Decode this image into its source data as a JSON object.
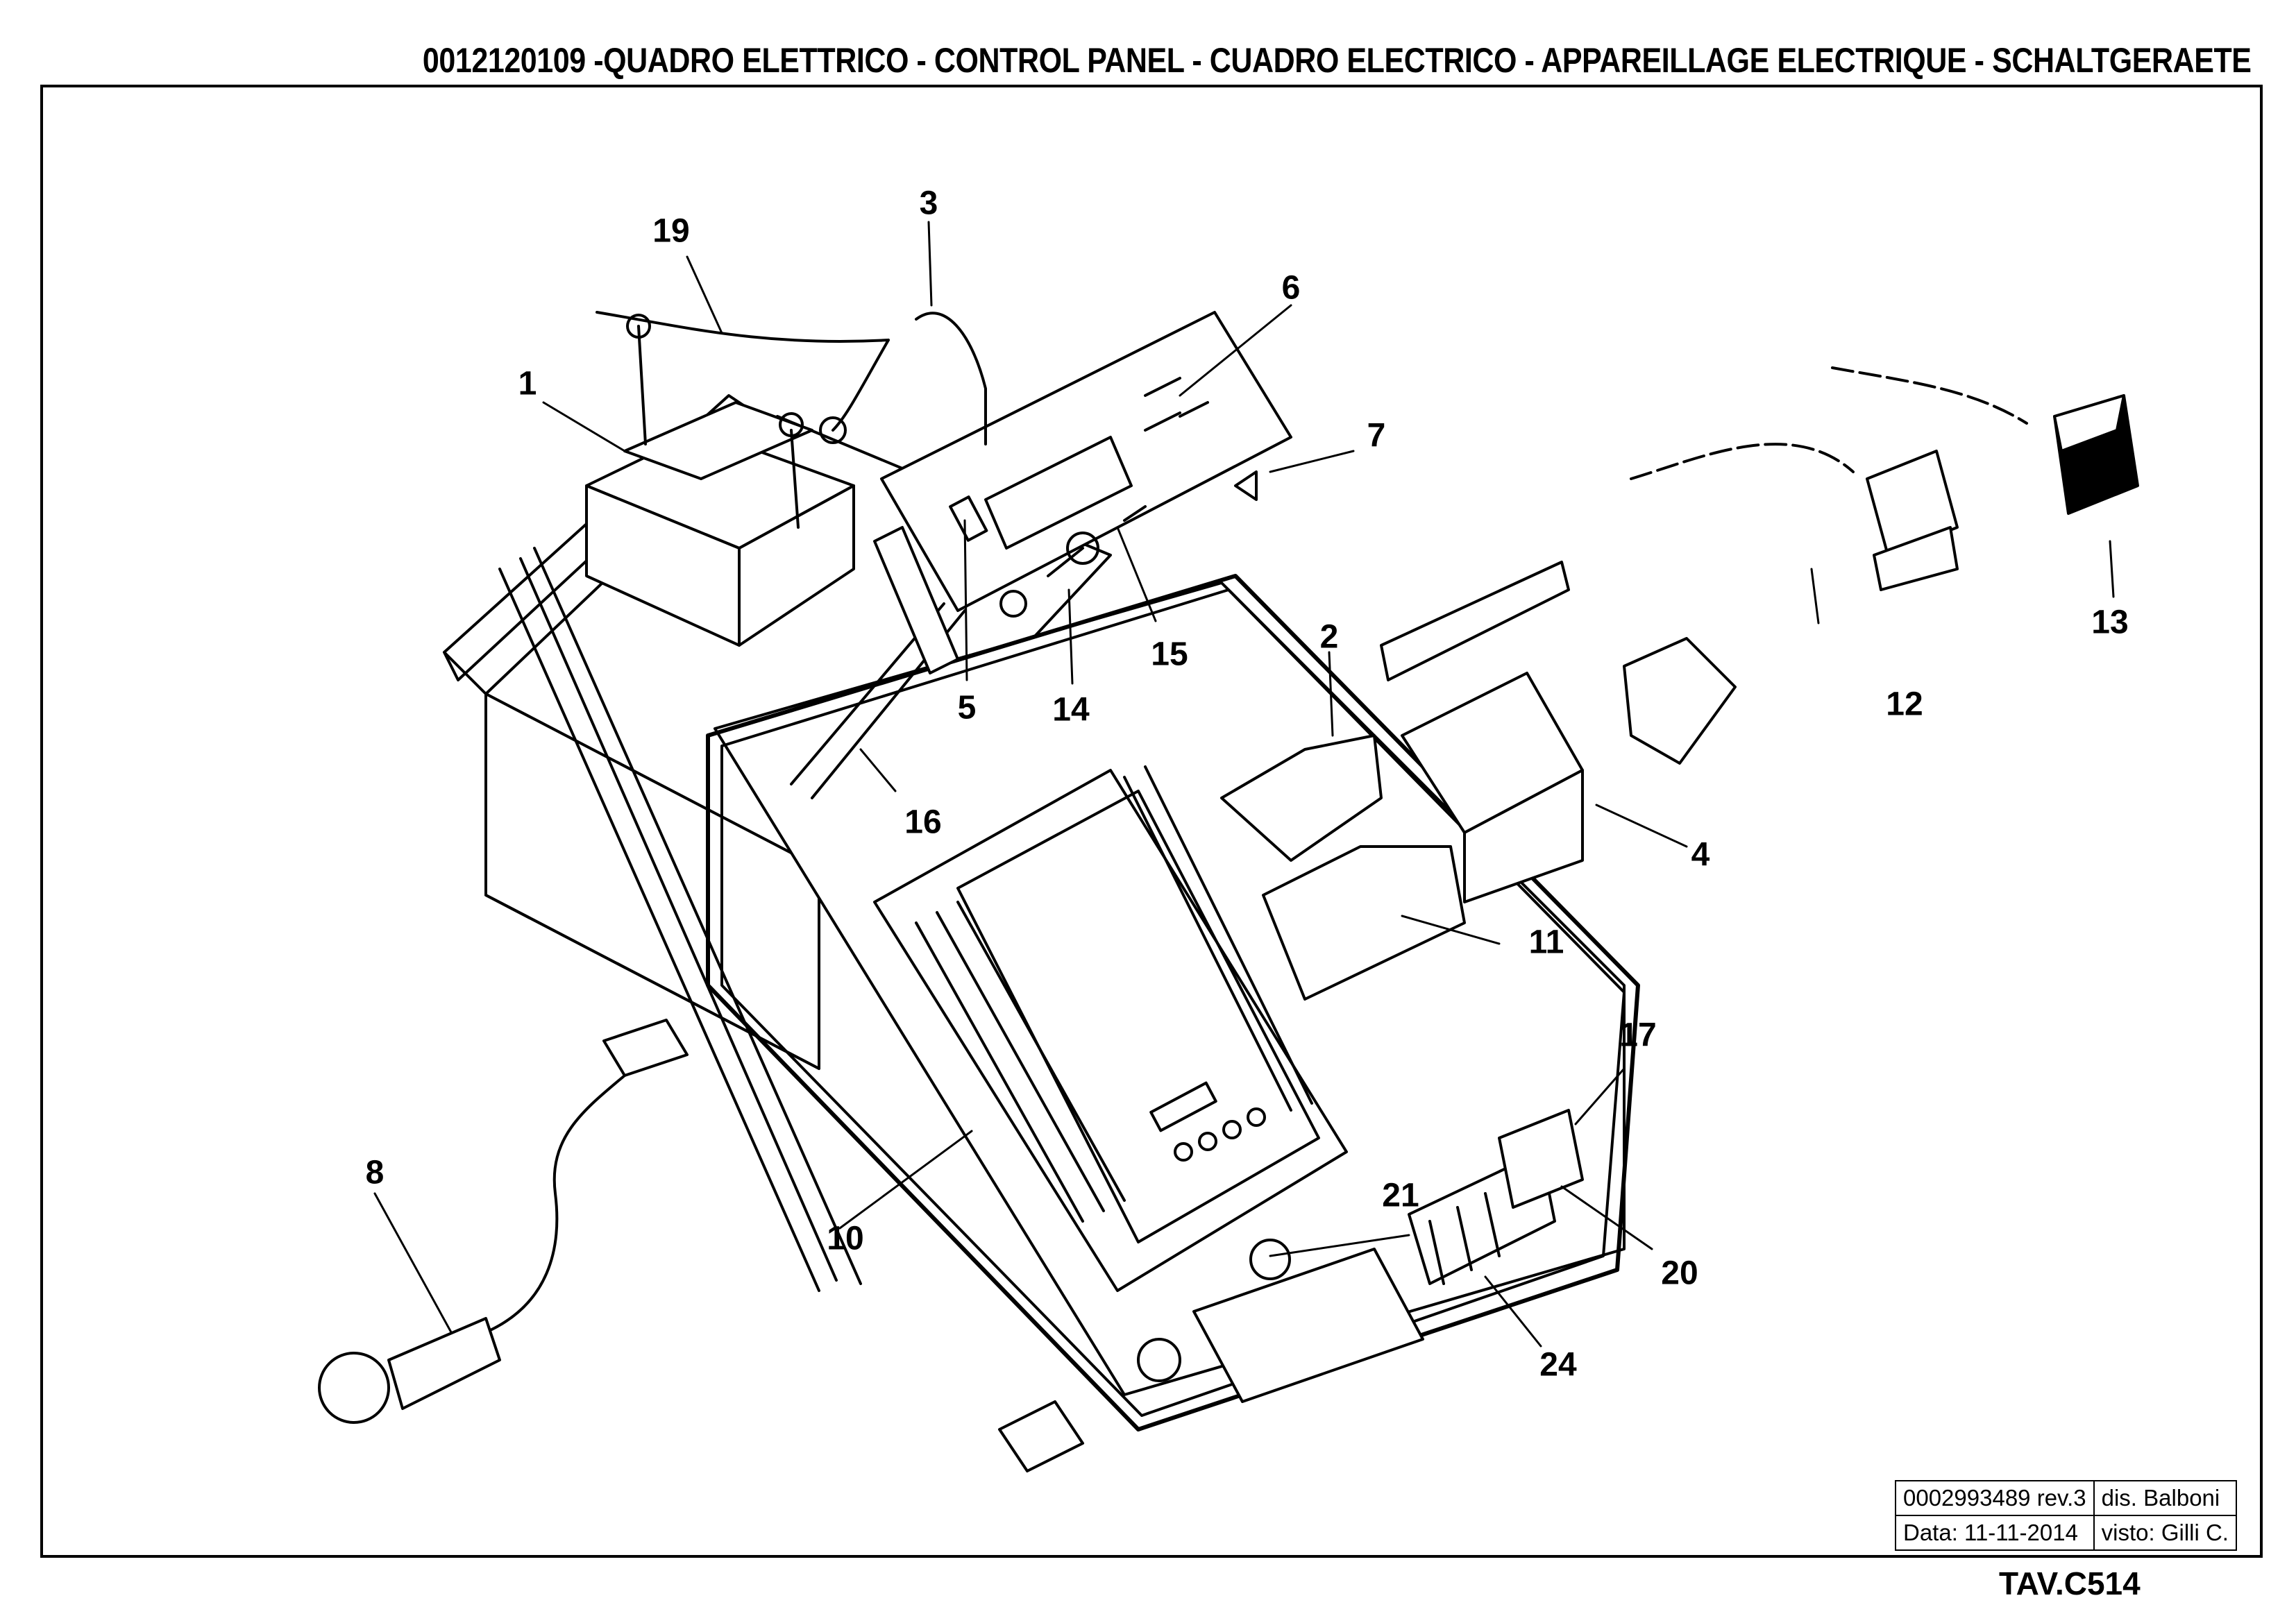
{
  "header": {
    "title": "0012120109 -QUADRO ELETTRICO - CONTROL PANEL - CUADRO ELECTRICO - APPAREILLAGE ELECTRIQUE - SCHALTGERAETE"
  },
  "callouts": {
    "c1": "1",
    "c2": "2",
    "c3": "3",
    "c4": "4",
    "c5": "5",
    "c6": "6",
    "c7": "7",
    "c8": "8",
    "c10": "10",
    "c11": "11",
    "c12": "12",
    "c13": "13",
    "c14": "14",
    "c15": "15",
    "c16": "16",
    "c17": "17",
    "c19": "19",
    "c20": "20",
    "c21": "21",
    "c24": "24"
  },
  "title_block": {
    "doc_number": "0002993489 rev.3",
    "drawn_by": "dis. Balboni",
    "date": "Data: 11-11-2014",
    "checked_by": "visto: Gilli C."
  },
  "sheet": {
    "tav": "TAV.C514"
  }
}
